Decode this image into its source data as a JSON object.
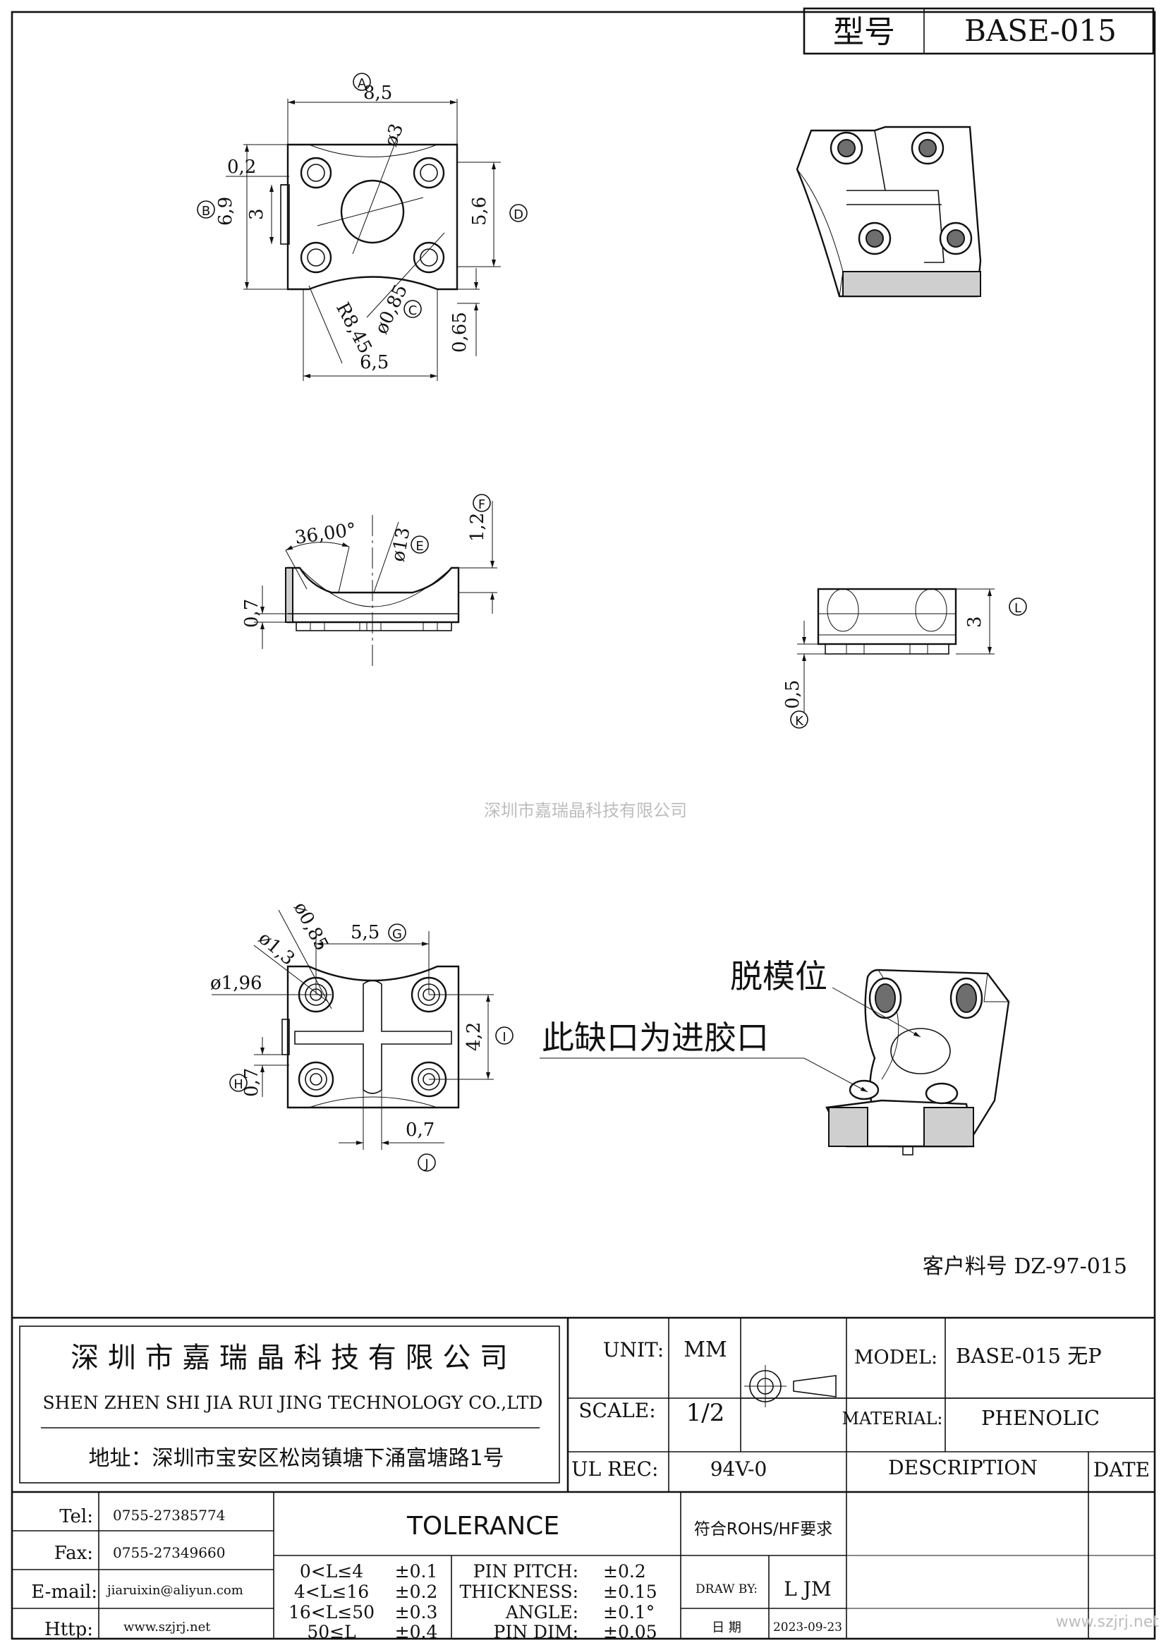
{
  "header": {
    "model_label": "型号",
    "model_value": "BASE-015"
  },
  "top_view": {
    "circle_a": "A",
    "circle_b": "B",
    "circle_c": "C",
    "circle_d": "D",
    "dim_width": "8,5",
    "dim_hole": "ø3",
    "dim_edge": "0,2",
    "dim_height": "6,9",
    "dim_slot": "3",
    "dim_inner": "5,6",
    "dim_radius": "R8,45",
    "dim_pin": "ø0,85",
    "dim_bottom": "6,5",
    "dim_step": "0,65"
  },
  "side_view": {
    "circle_e": "E",
    "circle_f": "F",
    "dim_angle": "36,00°",
    "dim_dia": "ø13",
    "dim_depth": "1,2",
    "dim_base": "0,7"
  },
  "right_view": {
    "circle_l": "L",
    "circle_k": "K",
    "dim_height": "3",
    "dim_pin": "0,5"
  },
  "watermark_center": "深圳市嘉瑞晶科技有限公司",
  "bottom_view": {
    "circle_g": "G",
    "circle_h": "H",
    "circle_i": "I",
    "circle_j": "J",
    "dim_pin": "ø0,85",
    "dim_hole": "ø1,3",
    "dim_outer": "ø1,96",
    "dim_pitch": "5,5",
    "dim_vert": "4,2",
    "dim_left": "0,7",
    "dim_groove": "0,7"
  },
  "notes": {
    "ejector": "脱模位",
    "gate": "此缺口为进胶口"
  },
  "customer_part": "客户料号 DZ-97-015",
  "title_block": {
    "company_cn": "深 圳 市 嘉 瑞 晶 科 技 有 限 公 司",
    "company_en": "SHEN ZHEN SHI   JIA RUI JING   TECHNOLOGY CO.,LTD",
    "address": "地址：深圳市宝安区松岗镇塘下涌富塘路1号",
    "unit_label": "UNIT:",
    "unit_value": "MM",
    "scale_label": "SCALE:",
    "scale_value": "1/2",
    "ul_label": "UL REC:",
    "ul_value": "94V-0",
    "model_label": "MODEL:",
    "model_value": "BASE-015 无P",
    "material_label": "MATERIAL:",
    "material_value": "PHENOLIC",
    "description_label": "DESCRIPTION",
    "date_label": "DATE",
    "tel_label": "Tel:",
    "tel_value": "0755-27385774",
    "fax_label": "Fax:",
    "fax_value": "0755-27349660",
    "email_label": "E-mail:",
    "email_value": "jiaruixin@aliyun.com",
    "http_label": "Http:",
    "http_value": "www.szjrj.net",
    "tolerance_label": "TOLERANCE",
    "tol_rows": [
      {
        "range": "0<L≤4",
        "value": "±0.1"
      },
      {
        "range": "4<L≤16",
        "value": "±0.2"
      },
      {
        "range": "16<L≤50",
        "value": "±0.3"
      },
      {
        "range": "50≤L",
        "value": "±0.4"
      }
    ],
    "spec_rows": [
      {
        "label": "PIN PITCH:",
        "value": "±0.2"
      },
      {
        "label": "THICKNESS:",
        "value": "±0.15"
      },
      {
        "label": "ANGLE:",
        "value": "±0.1°"
      },
      {
        "label": "PIN DIM:",
        "value": "±0.05"
      }
    ],
    "rohs": "符合ROHS/HF要求",
    "draw_label": "DRAW BY:",
    "draw_value": "L JM",
    "date_cn_label": "日 期",
    "date_value": "2023-09-23",
    "watermark_url": "www.szjrj.net"
  }
}
